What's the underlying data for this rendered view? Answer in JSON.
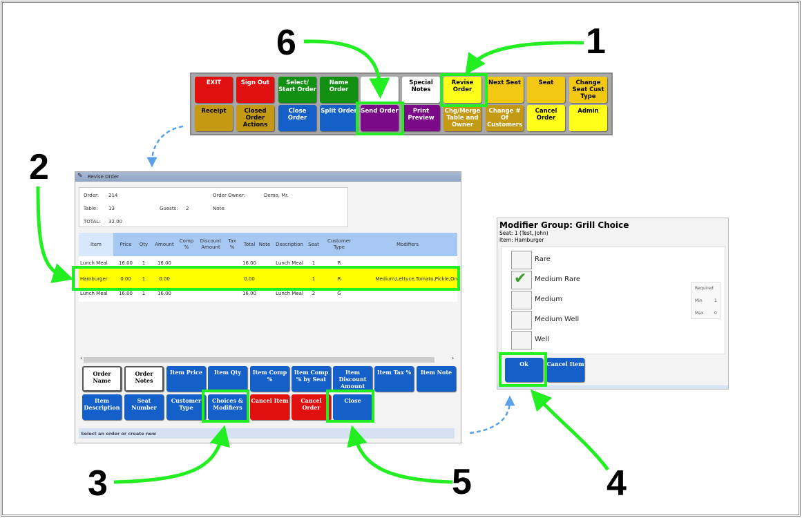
{
  "toolbar": {
    "buttons": [
      {
        "label": "EXIT",
        "color": "#e01010",
        "text": "#fff"
      },
      {
        "label": "Sign Out",
        "color": "#e01010",
        "text": "#fff"
      },
      {
        "label": "Select/ Start Order",
        "color": "#129012",
        "text": "#fff"
      },
      {
        "label": "Name Order",
        "color": "#129012",
        "text": "#fff"
      },
      {
        "label": "",
        "color": "#ffffff",
        "text": "#000"
      },
      {
        "label": "Special Notes",
        "color": "#ffffff",
        "text": "#000"
      },
      {
        "label": "Revise Order",
        "color": "#ffff1a",
        "text": "#000"
      },
      {
        "label": "Next Seat",
        "color": "#f3c812",
        "text": "#000"
      },
      {
        "label": "Seat",
        "color": "#f3c812",
        "text": "#000"
      },
      {
        "label": "Change Seat Cust Type",
        "color": "#f3c812",
        "text": "#000"
      },
      {
        "label": "Receipt",
        "color": "#c49a14",
        "text": "#000"
      },
      {
        "label": "Closed Order Actions",
        "color": "#c49a14",
        "text": "#000"
      },
      {
        "label": "Close Order",
        "color": "#1560c8",
        "text": "#fff"
      },
      {
        "label": "Split Order",
        "color": "#1560c8",
        "text": "#fff"
      },
      {
        "label": "Send Order",
        "color": "#7a0a88",
        "text": "#fff"
      },
      {
        "label": "Print Preview",
        "color": "#7a0a88",
        "text": "#fff"
      },
      {
        "label": "Chg/Merge Table and Owner",
        "color": "#c49a14",
        "text": "#fff"
      },
      {
        "label": "Change # Of Customers",
        "color": "#c49a14",
        "text": "#fff"
      },
      {
        "label": "Cancel Order",
        "color": "#ffff1a",
        "text": "#000"
      },
      {
        "label": "Admin",
        "color": "#ffff1a",
        "text": "#000"
      }
    ]
  },
  "revise": {
    "title": "Revise Order",
    "info": {
      "order_label": "Order:",
      "order": "214",
      "owner_label": "Order Owner:",
      "owner": "Demo, Mr.",
      "table_label": "Table:",
      "table": "13",
      "guests_label": "Guests:",
      "guests": "2",
      "note_label": "Note:",
      "total_label": "TOTAL:",
      "total": "32.00"
    },
    "columns": [
      "Item",
      "Price",
      "Qty",
      "Amount",
      "Comp %",
      "Discount Amount",
      "Tax %",
      "Total",
      "Note",
      "Description",
      "Seat",
      "Customer Type",
      "Modifiers"
    ],
    "rows": [
      [
        "Lunch Meal",
        "16.00",
        "1",
        "16.00",
        "",
        "",
        "",
        "16.00",
        "",
        "Lunch Meal",
        "1",
        "R",
        ""
      ],
      [
        "Hamburger",
        "0.00",
        "1",
        "0.00",
        "",
        "",
        "",
        "0.00",
        "",
        "",
        "1",
        "R",
        "Medium,Lettuce,Tomato,Pickle,On"
      ],
      [
        "Lunch Meal",
        "16.00",
        "1",
        "16.00",
        "",
        "",
        "",
        "16.00",
        "",
        "Lunch Meal",
        "2",
        "G",
        ""
      ]
    ],
    "buttons": [
      {
        "label": "Order Name",
        "color": "#ffffff",
        "text": "#000"
      },
      {
        "label": "Order Notes",
        "color": "#ffffff",
        "text": "#000"
      },
      {
        "label": "Item Price",
        "color": "#1560c8",
        "text": "#fff"
      },
      {
        "label": "Item Qty",
        "color": "#1560c8",
        "text": "#fff"
      },
      {
        "label": "Item Comp %",
        "color": "#1560c8",
        "text": "#fff"
      },
      {
        "label": "Item Comp % by Seat",
        "color": "#1560c8",
        "text": "#fff"
      },
      {
        "label": "Item Discount Amount",
        "color": "#1560c8",
        "text": "#fff"
      },
      {
        "label": "Item Tax %",
        "color": "#1560c8",
        "text": "#fff"
      },
      {
        "label": "Item Note",
        "color": "#1560c8",
        "text": "#fff"
      },
      {
        "label": "Item Description",
        "color": "#1560c8",
        "text": "#fff"
      },
      {
        "label": "Seat Number",
        "color": "#1560c8",
        "text": "#fff"
      },
      {
        "label": "Customer Type",
        "color": "#1560c8",
        "text": "#fff"
      },
      {
        "label": "Choices & Modifiers",
        "color": "#1560c8",
        "text": "#fff"
      },
      {
        "label": "Cancel Item",
        "color": "#e01010",
        "text": "#fff"
      },
      {
        "label": "Cancel Order",
        "color": "#e01010",
        "text": "#fff"
      },
      {
        "label": "Close",
        "color": "#1560c8",
        "text": "#fff"
      }
    ],
    "status": "Select an order or create new"
  },
  "modifier": {
    "title": "Modifier Group: Grill Choice",
    "seat": "Seat: 1 (Test, John)",
    "item": "Item: Hamburger",
    "options": [
      {
        "label": "Rare",
        "checked": false
      },
      {
        "label": "Medium Rare",
        "checked": true
      },
      {
        "label": "Medium",
        "checked": false
      },
      {
        "label": "Medium Well",
        "checked": false
      },
      {
        "label": "Well",
        "checked": false
      }
    ],
    "required_label": "Required",
    "min_label": "Min",
    "min": "1",
    "max_label": "Max",
    "max": "0",
    "ok": "Ok",
    "cancel_item": "Cancel Item"
  },
  "callouts": [
    "1",
    "2",
    "3",
    "4",
    "5",
    "6"
  ],
  "colors": {
    "highlight": "#22ee22",
    "selected_row": "#ffff00",
    "header": "#a8c8f4"
  }
}
